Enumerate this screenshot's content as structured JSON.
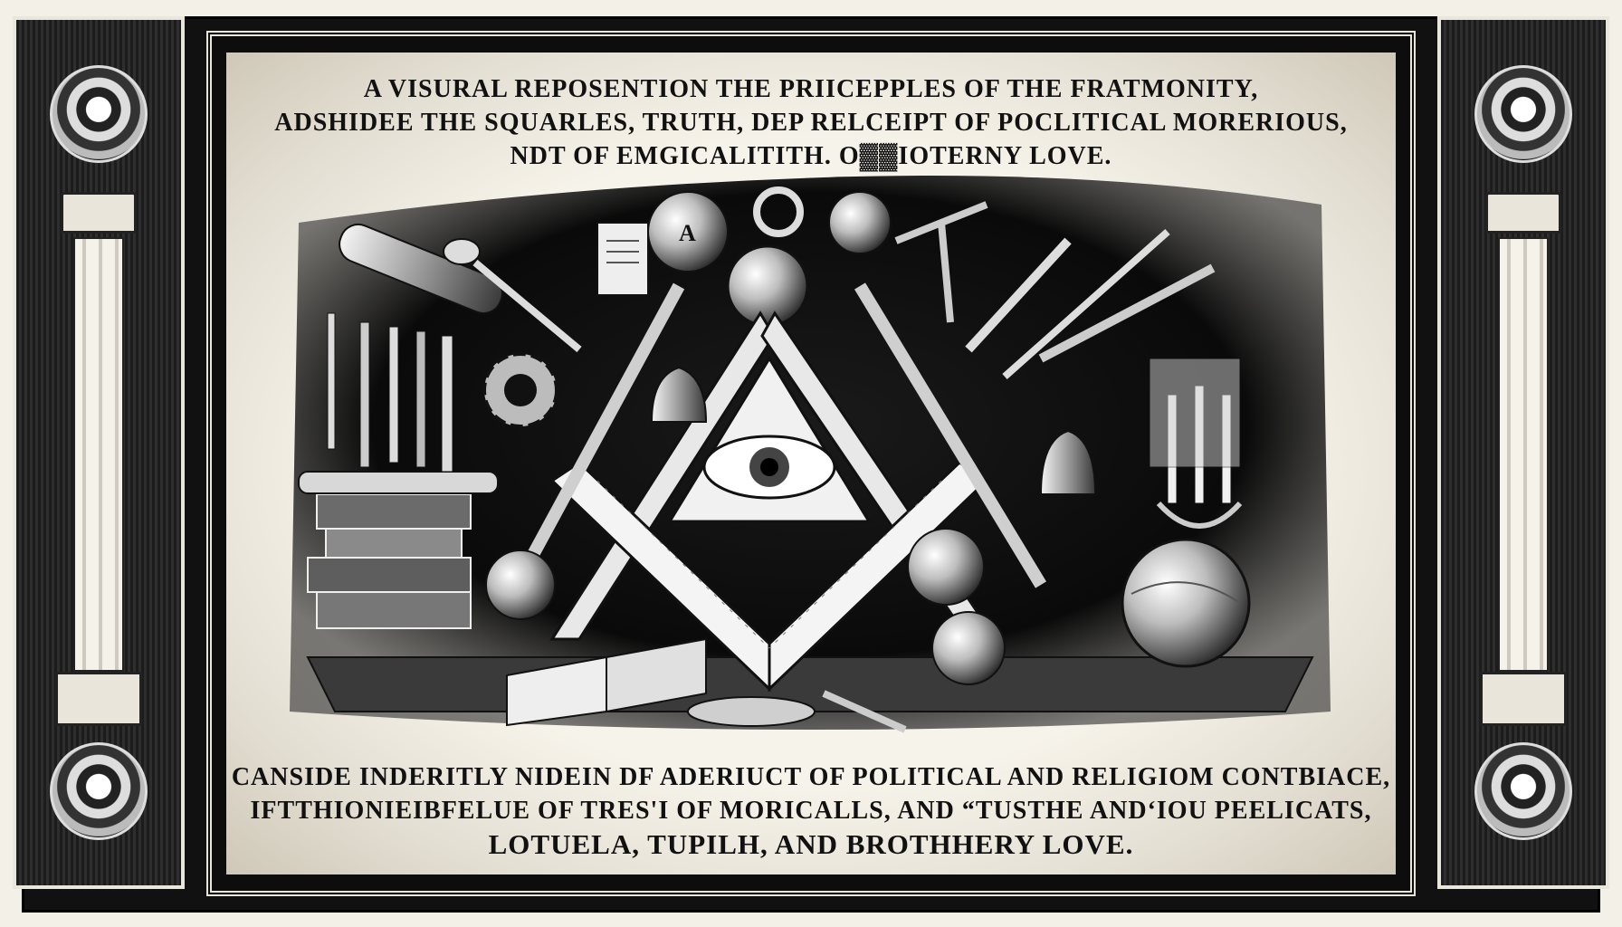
{
  "inscription_top": [
    "A VISURAL REPOSENTION  THE  PRIICEPPLES OF THE FRATMONITY,",
    "ADSHIDEE THE SQUARLES, TRUTH, DEP RELCEIPT OF POCLITICAL MORERIOUS,",
    "NDT OF EMGICALITITH.                  O▓▓IOTERNY LOVE."
  ],
  "inscription_bottom": [
    "CANSIDE  INDERITLY NIDEIN DF ADERIUCT OF POLITICAL AND RELIGIOM CONTBIACE,",
    "IFTTHIONIEIBFELUE OF TRES'I OF MORICALLS, AND “TUSTHE AND‘IOU PEELICATS,",
    "LOTUELA, TUPILH,  AND  BROTHHERY LOVE."
  ],
  "emblem": {
    "ball_letter": "A"
  },
  "icons": [
    "all-seeing-eye-icon",
    "square-and-compass-icon",
    "globe-icon",
    "book-icon",
    "candle-icon",
    "bell-icon"
  ],
  "colors": {
    "ink": "#111111",
    "parchment": "#f6f3ea",
    "frame": "#0d0d0d"
  }
}
